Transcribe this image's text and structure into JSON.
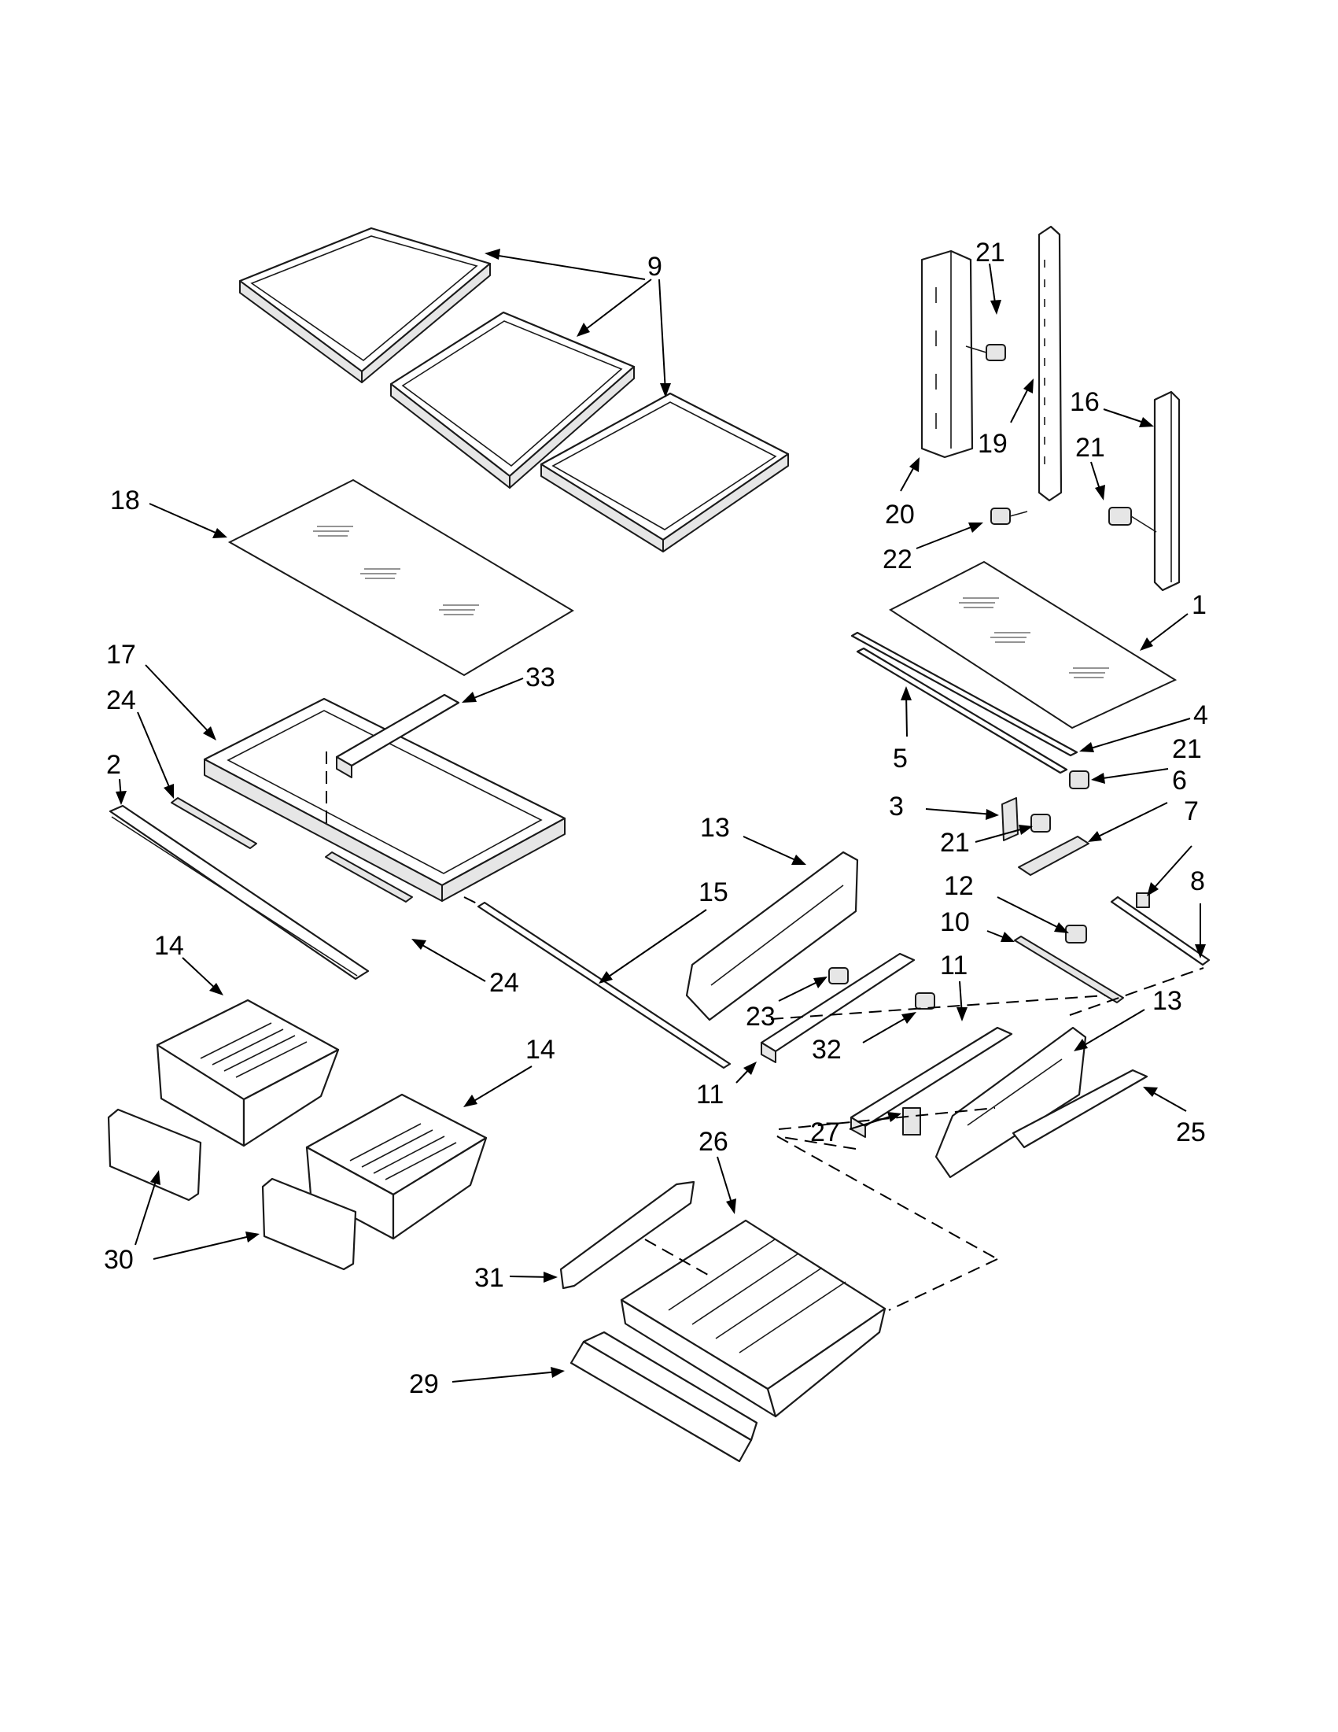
{
  "diagram": {
    "callouts": [
      {
        "id": "c9",
        "text": "9"
      },
      {
        "id": "c21a",
        "text": "21"
      },
      {
        "id": "c16",
        "text": "16"
      },
      {
        "id": "c21b",
        "text": "21"
      },
      {
        "id": "c19",
        "text": "19"
      },
      {
        "id": "c18",
        "text": "18"
      },
      {
        "id": "c20",
        "text": "20"
      },
      {
        "id": "c22",
        "text": "22"
      },
      {
        "id": "c1",
        "text": "1"
      },
      {
        "id": "c17",
        "text": "17"
      },
      {
        "id": "c33",
        "text": "33"
      },
      {
        "id": "c24a",
        "text": "24"
      },
      {
        "id": "c2",
        "text": "2"
      },
      {
        "id": "c4",
        "text": "4"
      },
      {
        "id": "c5",
        "text": "5"
      },
      {
        "id": "c21c",
        "text": "21"
      },
      {
        "id": "c6",
        "text": "6"
      },
      {
        "id": "c3",
        "text": "3"
      },
      {
        "id": "c21d",
        "text": "21"
      },
      {
        "id": "c7",
        "text": "7"
      },
      {
        "id": "c13a",
        "text": "13"
      },
      {
        "id": "c12",
        "text": "12"
      },
      {
        "id": "c8",
        "text": "8"
      },
      {
        "id": "c15",
        "text": "15"
      },
      {
        "id": "c10",
        "text": "10"
      },
      {
        "id": "c11a",
        "text": "11"
      },
      {
        "id": "c14a",
        "text": "14"
      },
      {
        "id": "c24b",
        "text": "24"
      },
      {
        "id": "c13b",
        "text": "13"
      },
      {
        "id": "c23",
        "text": "23"
      },
      {
        "id": "c14b",
        "text": "14"
      },
      {
        "id": "c32",
        "text": "32"
      },
      {
        "id": "c11b",
        "text": "11"
      },
      {
        "id": "c26",
        "text": "26"
      },
      {
        "id": "c27",
        "text": "27"
      },
      {
        "id": "c25",
        "text": "25"
      },
      {
        "id": "c30",
        "text": "30"
      },
      {
        "id": "c31",
        "text": "31"
      },
      {
        "id": "c29",
        "text": "29"
      }
    ]
  }
}
